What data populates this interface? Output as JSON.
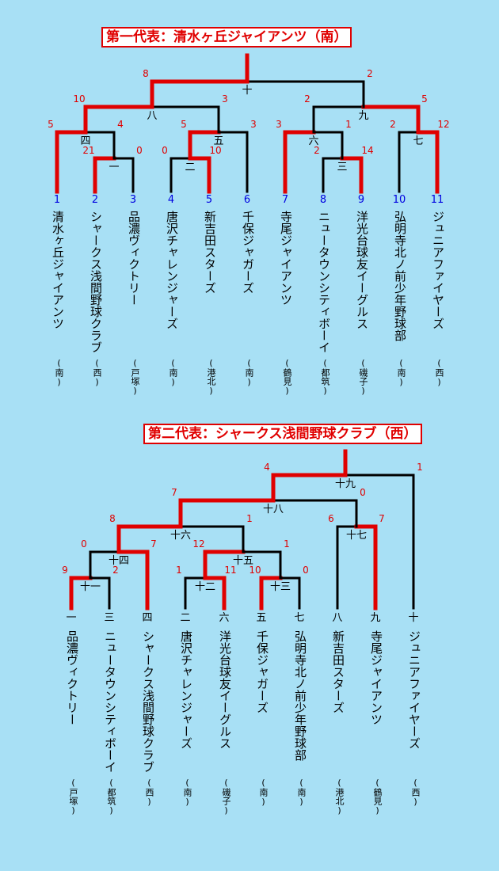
{
  "bracket1": {
    "title": "第一代表：清水ヶ丘ジャイアンツ（南）",
    "slot_numbers": [
      "1",
      "2",
      "3",
      "4",
      "5",
      "6",
      "7",
      "8",
      "9",
      "10",
      "11"
    ],
    "teams": [
      {
        "name": "清水ヶ丘ジャイアンツ",
        "loc": "(南)"
      },
      {
        "name": "シャークス浅間野球クラブ",
        "loc": "(西)"
      },
      {
        "name": "品濃ヴィクトリー",
        "loc": "(戸塚)"
      },
      {
        "name": "唐沢チャレンジャーズ",
        "loc": "(南)"
      },
      {
        "name": "新吉田スターズ",
        "loc": "(港北)"
      },
      {
        "name": "千保ジャガーズ",
        "loc": "(南)"
      },
      {
        "name": "寺尾ジャイアンツ",
        "loc": "(鶴見)"
      },
      {
        "name": "ニュータウンシティボーイ",
        "loc": "(都筑)"
      },
      {
        "name": "洋光台球友イーグルス",
        "loc": "(磯子)"
      },
      {
        "name": "弘明寺北ノ前少年野球部",
        "loc": "(南)"
      },
      {
        "name": "ジュニアファイヤーズ",
        "loc": "(西)"
      }
    ],
    "games": [
      {
        "label": "一",
        "left": "21",
        "right": "0"
      },
      {
        "label": "二",
        "left": "0",
        "right": "10"
      },
      {
        "label": "三",
        "left": "2",
        "right": "14"
      },
      {
        "label": "四",
        "left": "5",
        "right": "4"
      },
      {
        "label": "五",
        "left": "5",
        "right": "3"
      },
      {
        "label": "六",
        "left": "3",
        "right": "1"
      },
      {
        "label": "七",
        "left": "2",
        "right": "12"
      },
      {
        "label": "八",
        "left": "10",
        "right": "3"
      },
      {
        "label": "九",
        "left": "2",
        "right": "5"
      },
      {
        "label": "十",
        "left": "8",
        "right": "2"
      }
    ]
  },
  "bracket2": {
    "title": "第二代表：シャークス浅間野球クラブ（西）",
    "slot_numbers": [
      "一",
      "三",
      "四",
      "二",
      "六",
      "五",
      "七",
      "八",
      "九",
      "十"
    ],
    "teams": [
      {
        "name": "品濃ヴィクトリー",
        "loc": "(戸塚)"
      },
      {
        "name": "ニュータウンシティボーイ",
        "loc": "(都筑)"
      },
      {
        "name": "シャークス浅間野球クラブ",
        "loc": "(西)"
      },
      {
        "name": "唐沢チャレンジャーズ",
        "loc": "(南)"
      },
      {
        "name": "洋光台球友イーグルス",
        "loc": "(磯子)"
      },
      {
        "name": "千保ジャガーズ",
        "loc": "(南)"
      },
      {
        "name": "弘明寺北ノ前少年野球部",
        "loc": "(南)"
      },
      {
        "name": "新吉田スターズ",
        "loc": "(港北)"
      },
      {
        "name": "寺尾ジャイアンツ",
        "loc": "(鶴見)"
      },
      {
        "name": "ジュニアファイヤーズ",
        "loc": "(西)"
      }
    ],
    "games": [
      {
        "label": "十一",
        "left": "9",
        "right": "2"
      },
      {
        "label": "十二",
        "left": "1",
        "right": "11"
      },
      {
        "label": "十三",
        "left": "10",
        "right": "0"
      },
      {
        "label": "十四",
        "left": "0",
        "right": "7"
      },
      {
        "label": "十五",
        "left": "12",
        "right": "1"
      },
      {
        "label": "十六",
        "left": "8",
        "right": "1"
      },
      {
        "label": "十七",
        "left": "6",
        "right": "7"
      },
      {
        "label": "十八",
        "left": "7",
        "right": "0"
      },
      {
        "label": "十九",
        "left": "4",
        "right": "1"
      }
    ]
  },
  "colors": {
    "background": "#a8e0f5",
    "winner_line": "#e00000",
    "loser_line": "#000000",
    "score": "#e00000",
    "slot_number": "#0000e0"
  }
}
